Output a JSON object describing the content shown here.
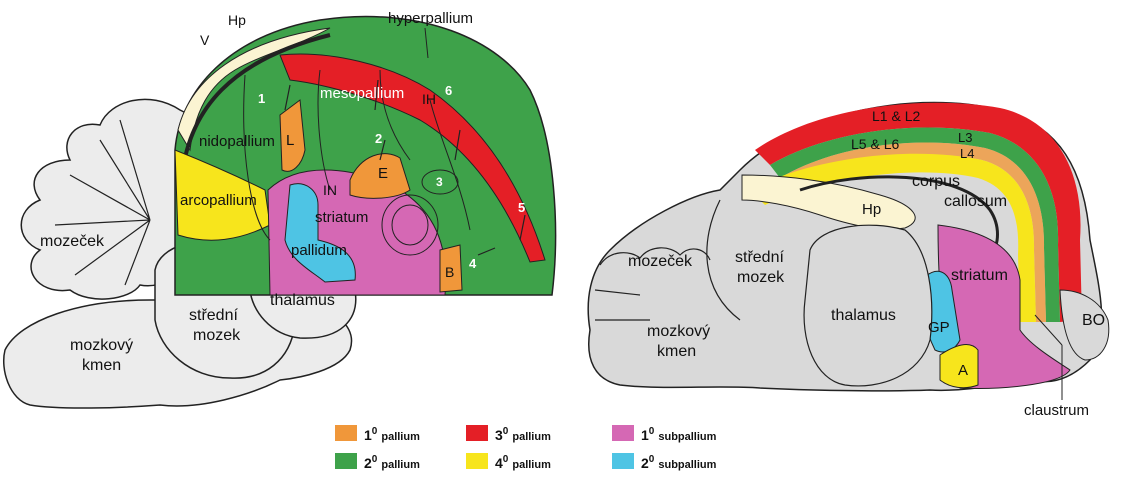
{
  "colors": {
    "primary_pallium": "#f0973a",
    "secondary_pallium": "#3ea24a",
    "tertiary_pallium": "#e41f26",
    "quaternary_pallium": "#f7e51c",
    "primary_subpallium": "#d568b4",
    "secondary_subpallium": "#4ec4e4",
    "hippocampus": "#fbf4d2",
    "brain_gray": "#d9d9d9",
    "light_gray": "#ececec"
  },
  "bird": {
    "labels": {
      "v": "V",
      "hp": "Hp",
      "hyperpallium": "hyperpallium",
      "mesopallium": "mesopallium",
      "ih": "IH",
      "nidopallium": "nidopallium",
      "l": "L",
      "in": "IN",
      "e": "E",
      "arcopallium": "arcopallium",
      "striatum": "striatum",
      "pallidum": "pallidum",
      "b": "B",
      "mozecek": "mozeček",
      "stredni_mozek_1": "střední",
      "stredni_mozek_2": "mozek",
      "thalamus": "thalamus",
      "kmen_1": "mozkový",
      "kmen_2": "kmen",
      "n1": "1",
      "n2": "2",
      "n3": "3",
      "n4": "4",
      "n5": "5",
      "n6": "6"
    }
  },
  "mammal": {
    "labels": {
      "l1l2": "L1 & L2",
      "l3": "L3",
      "l5l6": "L5 & L6",
      "l4": "L4",
      "corpus_1": "corpus",
      "corpus_2": "callosum",
      "hp": "Hp",
      "mozecek": "mozeček",
      "stredni_1": "střední",
      "stredni_2": "mozek",
      "striatum": "striatum",
      "thalamus": "thalamus",
      "gp": "GP",
      "bo": "BO",
      "kmen_1": "mozkový",
      "kmen_2": "kmen",
      "a": "A",
      "claustrum": "claustrum"
    }
  },
  "legend": [
    {
      "sup": "0",
      "num": "1",
      "text": "pallium",
      "color": "#f0973a"
    },
    {
      "sup": "0",
      "num": "2",
      "text": "pallium",
      "color": "#3ea24a"
    },
    {
      "sup": "0",
      "num": "3",
      "text": "pallium",
      "color": "#e41f26"
    },
    {
      "sup": "0",
      "num": "4",
      "text": "pallium",
      "color": "#f7e51c"
    },
    {
      "sup": "0",
      "num": "1",
      "text": "subpallium",
      "color": "#d568b4"
    },
    {
      "sup": "0",
      "num": "2",
      "text": "subpallium",
      "color": "#4ec4e4"
    }
  ]
}
